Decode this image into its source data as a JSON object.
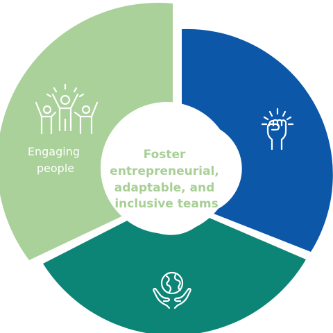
{
  "diagram": {
    "center": {
      "lines": [
        "Foster",
        "entrepreneurial,",
        "adaptable, and",
        "inclusive teams"
      ],
      "color": "#a8cf96"
    },
    "segments": [
      {
        "id": "engaging",
        "label_lines": [
          "Engaging",
          "people"
        ],
        "color": "#a9d199",
        "icon": "people-celebrating-icon"
      },
      {
        "id": "strength",
        "label_lines": [],
        "color": "#0c57a8",
        "icon": "raised-fist-icon"
      },
      {
        "id": "world",
        "label_lines": [],
        "color": "#0c8577",
        "icon": "globe-in-hands-icon"
      }
    ],
    "colors": {
      "background": "#ffffff",
      "center_fill": "#ffffff",
      "icon": "#ffffff"
    }
  }
}
